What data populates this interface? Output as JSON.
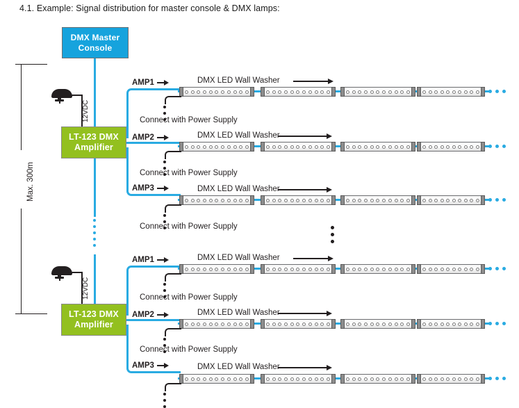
{
  "title": "4.1. Example: Signal distribution for master console & DMX lamps:",
  "dimension": {
    "label": "Max. 300m"
  },
  "nodes": {
    "master_console": {
      "line1": "DMX Master",
      "line2": "Console",
      "color": "#16a3dd"
    },
    "amplifier": {
      "line1": "LT-123 DMX",
      "line2": "Amplifier",
      "color": "#93c01f"
    }
  },
  "power_supply": {
    "icon": "power-adapter-icon",
    "voltage_label": "12VDC"
  },
  "labels": {
    "amp1": "AMP1",
    "amp2": "AMP2",
    "amp3": "AMP3",
    "wall_washer": "DMX LED Wall Washer",
    "connect_power": "Connect with Power Supply"
  },
  "colors": {
    "signal_wire": "#29abe2",
    "power_wire": "#231f20",
    "master_box": "#16a3dd",
    "amplifier_box": "#93c01f",
    "text": "#231f20"
  },
  "groups": [
    {
      "id": "amplifier-group-1",
      "channels": [
        {
          "name": "AMP1",
          "washer_label": "DMX LED Wall Washer",
          "power_label": "Connect with Power Supply",
          "segments": 4,
          "leds_per_segment": 11,
          "continues": true
        },
        {
          "name": "AMP2",
          "washer_label": "DMX LED Wall Washer",
          "power_label": "Connect with Power Supply",
          "segments": 4,
          "leds_per_segment": 11,
          "continues": true
        },
        {
          "name": "AMP3",
          "washer_label": "DMX LED Wall Washer",
          "power_label": "",
          "segments": 4,
          "leds_per_segment": 11,
          "continues": true
        }
      ]
    },
    {
      "id": "amplifier-group-2",
      "channels": [
        {
          "name": "AMP1",
          "washer_label": "DMX LED Wall Washer",
          "power_label": "Connect with Power Supply",
          "segments": 4,
          "leds_per_segment": 11,
          "continues": true
        },
        {
          "name": "AMP2",
          "washer_label": "DMX LED Wall Washer",
          "power_label": "Connect with Power Supply",
          "segments": 4,
          "leds_per_segment": 11,
          "continues": true
        },
        {
          "name": "AMP3",
          "washer_label": "DMX LED Wall Washer",
          "power_label": "",
          "segments": 4,
          "leds_per_segment": 11,
          "continues": true
        }
      ]
    }
  ]
}
